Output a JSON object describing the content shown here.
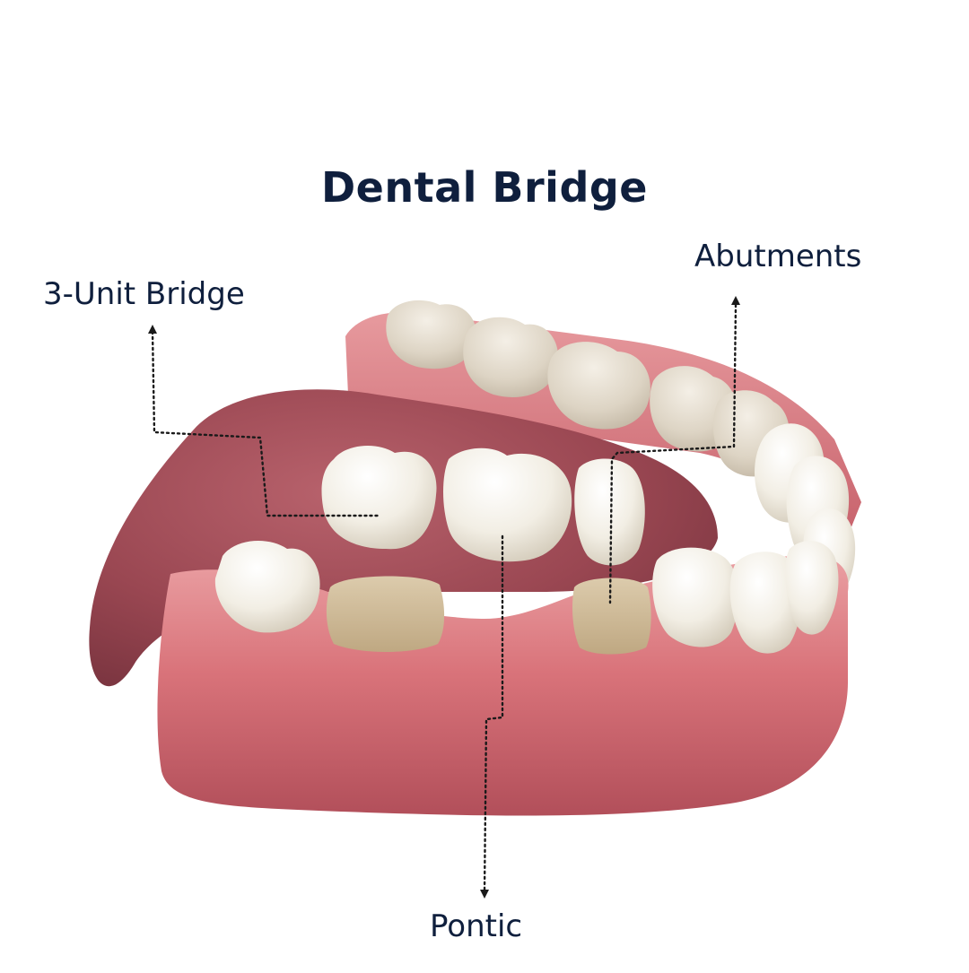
{
  "title": "Dental Bridge",
  "labels": {
    "three_unit_bridge": "3-Unit Bridge",
    "abutments": "Abutments",
    "pontic": "Pontic"
  },
  "colors": {
    "text": "#0f1f3d",
    "gum": "#d9737a",
    "gum_dark": "#a84a55",
    "tongue": "#9c4a55",
    "tooth": "#f3efe6",
    "tooth_shadow": "#d9d0bf",
    "abutment": "#d2bf9c"
  }
}
